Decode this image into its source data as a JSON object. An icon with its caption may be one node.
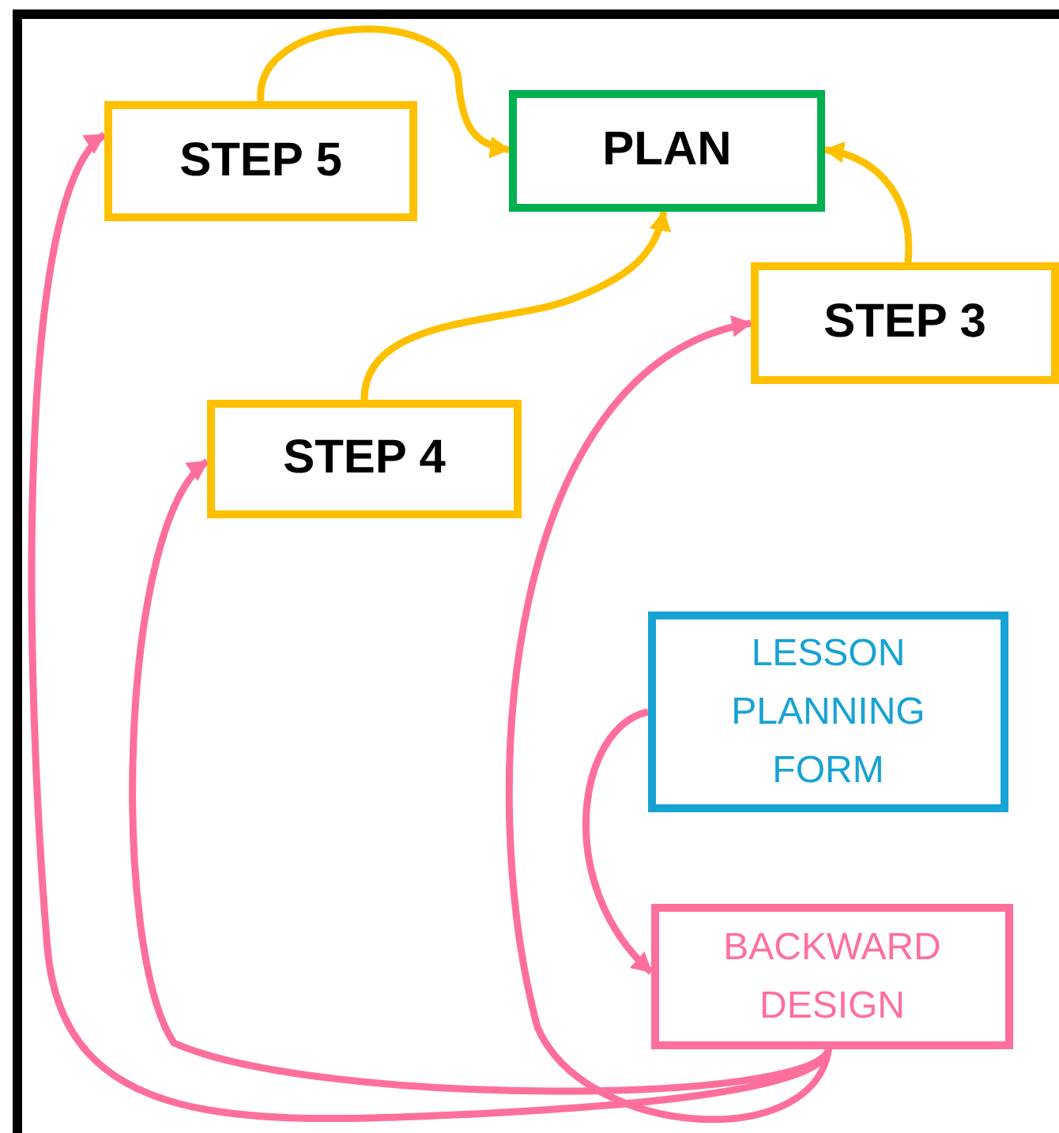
{
  "diagram": {
    "nodes": [
      {
        "text": [
          "STEP 5"
        ]
      },
      {
        "text": [
          "PLAN"
        ]
      },
      {
        "text": [
          "STEP 3"
        ]
      },
      {
        "text": [
          "STEP 4"
        ]
      },
      {
        "text": [
          "LESSON PLANNING FORM"
        ]
      },
      {
        "text": [
          "BACKWARD DESIGN"
        ]
      }
    ],
    "edges": [
      {
        "from": 0,
        "to": 1,
        "arrow": "to",
        "color": "#ffc000"
      },
      {
        "from": 3,
        "to": 1,
        "arrow": "to",
        "color": "#ffc000"
      },
      {
        "from": 2,
        "to": 1,
        "arrow": "to",
        "color": "#ffc000"
      },
      {
        "from": 4,
        "to": 5,
        "arrow": "to"
      },
      {
        "from": 5,
        "to": 0,
        "arrow": "to"
      },
      {
        "from": 5,
        "to": 3,
        "arrow": "to"
      },
      {
        "from": 5,
        "to": 2,
        "arrow": "to"
      }
    ]
  }
}
